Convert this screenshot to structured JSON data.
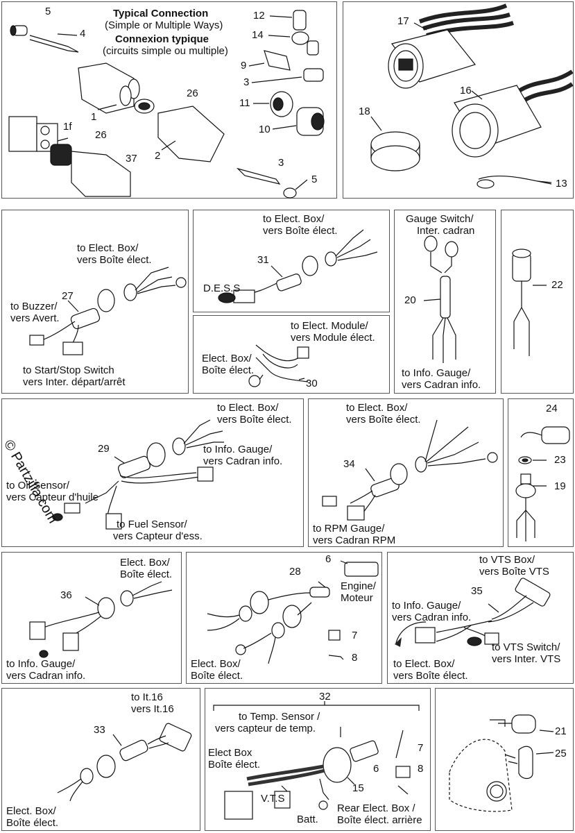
{
  "header": {
    "title_en": "Typical Connection",
    "subtitle_en": "(Simple or Multiple Ways)",
    "title_fr": "Connexion typique",
    "subtitle_fr": "(circuits simple ou multiple)"
  },
  "watermark": "© Partzilla.com",
  "panel1": {
    "callouts": [
      "5",
      "4",
      "1",
      "1f",
      "26",
      "37",
      "2",
      "26",
      "3",
      "5",
      "12",
      "14",
      "9",
      "3",
      "11",
      "10"
    ]
  },
  "panel2": {
    "callouts": [
      "17",
      "16",
      "18",
      "13"
    ]
  },
  "panel3": {
    "to_box": [
      "to Elect. Box/",
      "vers Boîte élect."
    ],
    "part": "27",
    "buzzer": [
      "to Buzzer/",
      "vers Avert."
    ],
    "start": [
      "to Start/Stop Switch",
      "vers Inter. départ/arrêt"
    ]
  },
  "panel4": {
    "to_box": [
      "to Elect. Box/",
      "vers Boîte élect."
    ],
    "part": "31",
    "dess": "D.E.S.S"
  },
  "panel5": {
    "title": [
      "Gauge Switch/",
      "Inter. cadran"
    ],
    "part": "20",
    "info": [
      "to Info. Gauge/",
      "vers Cadran info."
    ]
  },
  "panel6": {
    "part": "22"
  },
  "panel7": {
    "module": [
      "to Elect. Module/",
      "vers Module élect."
    ],
    "box": [
      "Elect. Box/",
      "Boîte élect."
    ],
    "part": "30"
  },
  "panel8": {
    "to_box": [
      "to Elect. Box/",
      "vers Boîte élect."
    ],
    "part": "29",
    "info": [
      "to Info. Gauge/",
      "vers Cadran info."
    ],
    "oil": [
      "to Oil Sensor/",
      "vers Capteur d'huile"
    ],
    "fuel": [
      "to Fuel Sensor/",
      "vers Capteur d'ess."
    ]
  },
  "panel9": {
    "to_box": [
      "to Elect. Box/",
      "vers Boîte élect."
    ],
    "part": "34",
    "rpm": [
      "to RPM Gauge/",
      "vers Cadran RPM"
    ]
  },
  "panel10": {
    "callouts": [
      "24",
      "23",
      "19"
    ]
  },
  "panel11": {
    "box": [
      "Elect. Box/",
      "Boîte élect."
    ],
    "part": "36",
    "info": [
      "to Info. Gauge/",
      "vers Cadran info."
    ]
  },
  "panel12": {
    "p6": "6",
    "p28": "28",
    "engine": [
      "Engine/",
      "Moteur"
    ],
    "box": [
      "Elect. Box/",
      "Boîte élect."
    ],
    "p7": "7",
    "p8": "8"
  },
  "panel13": {
    "vts_box": [
      "to VTS Box/",
      "vers Boîte VTS"
    ],
    "part": "35",
    "info": [
      "to Info. Gauge/",
      "vers Cadran info."
    ],
    "box": [
      "to Elect. Box/",
      "vers Boîte élect."
    ],
    "switch": [
      "to VTS Switch/",
      "vers Inter. VTS"
    ]
  },
  "panel14": {
    "to": [
      "to It.16",
      "vers It.16"
    ],
    "part": "33",
    "box": [
      "Elect. Box/",
      "Boîte élect."
    ]
  },
  "panel15": {
    "part": "32",
    "temp": [
      "to Temp. Sensor /",
      "vers capteur de temp."
    ],
    "box": [
      "Elect Box",
      "Boîte élect."
    ],
    "vts": "V.T.S",
    "batt": "Batt.",
    "rear": [
      "Rear Elect. Box /",
      "Boîte élect. arrière"
    ],
    "p15": "15",
    "p6": "6",
    "p7": "7",
    "p8": "8"
  },
  "panel16": {
    "callouts": [
      "21",
      "25"
    ]
  }
}
